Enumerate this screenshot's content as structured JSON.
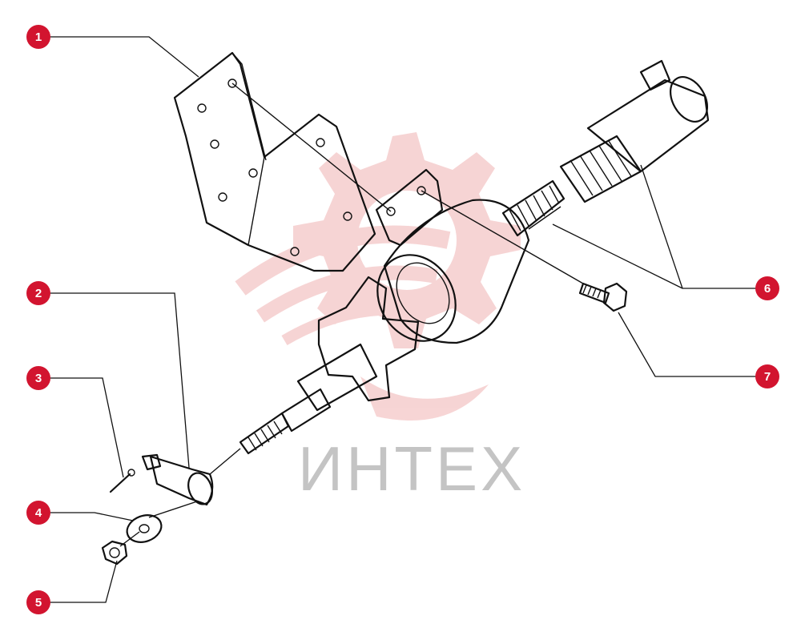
{
  "watermark": {
    "text": "ИНТЕХ",
    "color": "#c4c4c4",
    "logo_color": "#f3c2c2"
  },
  "colors": {
    "callout": "#d2142f",
    "line": "#111111"
  },
  "callouts": [
    {
      "id": "1",
      "label": "1"
    },
    {
      "id": "2",
      "label": "2"
    },
    {
      "id": "3",
      "label": "3"
    },
    {
      "id": "4",
      "label": "4"
    },
    {
      "id": "5",
      "label": "5"
    },
    {
      "id": "6",
      "label": "6"
    },
    {
      "id": "7",
      "label": "7"
    }
  ]
}
